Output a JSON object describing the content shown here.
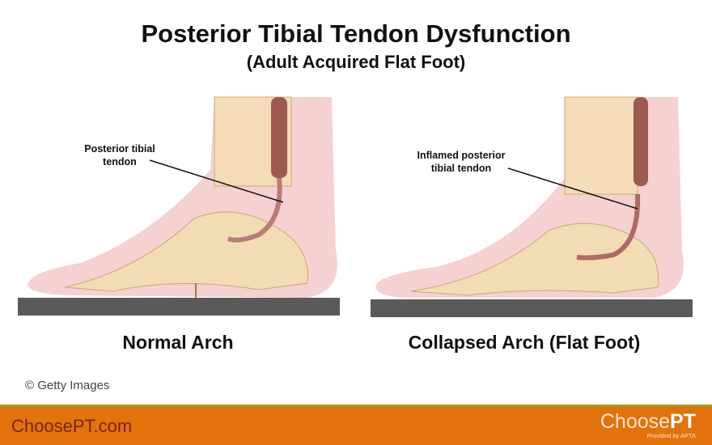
{
  "title": "Posterior Tibial Tendon Dysfunction",
  "subtitle": "(Adult Acquired Flat Foot)",
  "left": {
    "label_line1": "Posterior tibial",
    "label_line2": "tendon",
    "caption": "Normal Arch"
  },
  "right": {
    "label_line1": "Inflamed posterior",
    "label_line2": "tibial tendon",
    "caption": "Collapsed Arch (Flat Foot)"
  },
  "credit": "© Getty Images",
  "footer": {
    "site": "ChoosePT.com",
    "logo_choose": "Choose",
    "logo_pt": "PT",
    "provided": "Provided by APTA"
  },
  "colors": {
    "footer": "#e2720c",
    "stripe": "#a19a1e",
    "ground": "#5a5a5a"
  }
}
